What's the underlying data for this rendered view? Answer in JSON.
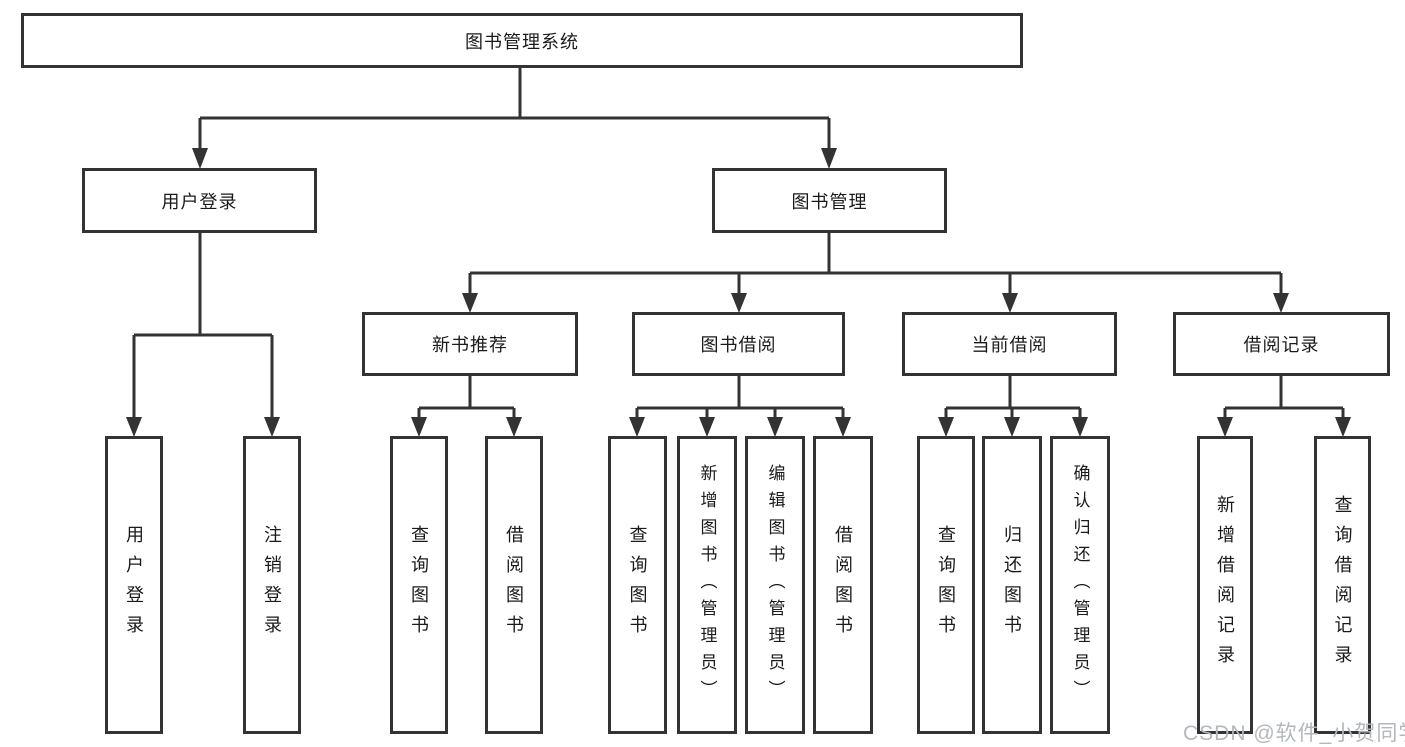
{
  "tree": {
    "root": {
      "label": "图书管理系统"
    },
    "branches": [
      {
        "label": "用户登录",
        "children": [
          {
            "label": "用户登录"
          },
          {
            "label": "注销登录"
          }
        ]
      },
      {
        "label": "图书管理",
        "children": [
          {
            "label": "新书推荐",
            "children": [
              {
                "label": "查询图书"
              },
              {
                "label": "借阅图书"
              }
            ]
          },
          {
            "label": "图书借阅",
            "children": [
              {
                "label": "查询图书"
              },
              {
                "label": "新增图书（管理员）"
              },
              {
                "label": "编辑图书（管理员）"
              },
              {
                "label": "借阅图书"
              }
            ]
          },
          {
            "label": "当前借阅",
            "children": [
              {
                "label": "查询图书"
              },
              {
                "label": "归还图书"
              },
              {
                "label": "确认归还（管理员）"
              }
            ]
          },
          {
            "label": "借阅记录",
            "children": [
              {
                "label": "新增借阅记录"
              },
              {
                "label": "查询借阅记录"
              }
            ]
          }
        ]
      }
    ]
  },
  "watermark": {
    "text": "CSDN @软件_小贺同学"
  },
  "colors": {
    "line": "#333333",
    "box_border": "#333333",
    "text": "#1a1a1a",
    "watermark": "#b3b8bd",
    "background": "#ffffff"
  }
}
